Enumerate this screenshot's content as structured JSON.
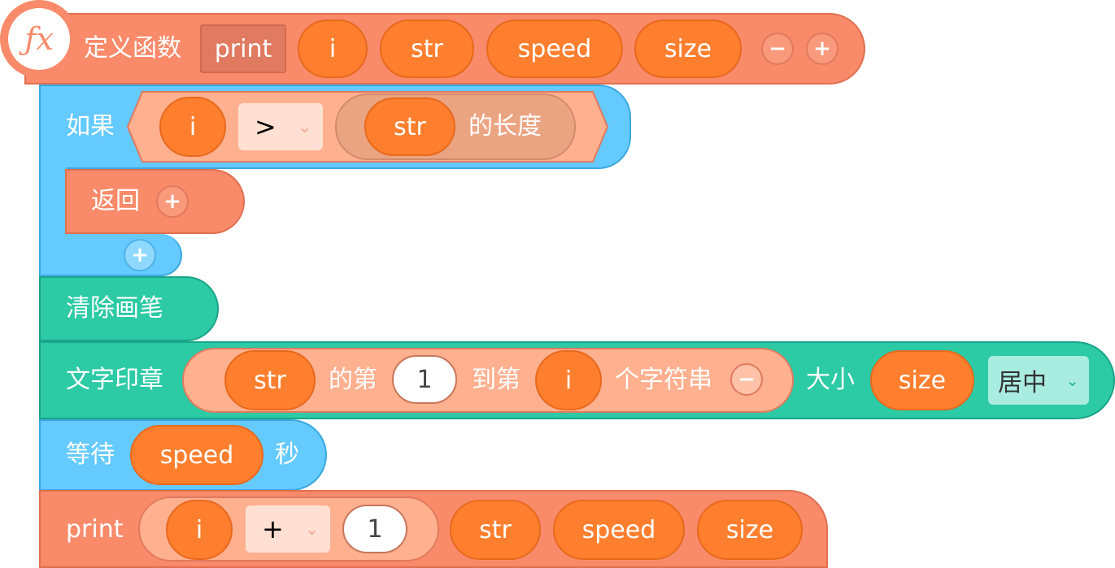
{
  "colors": {
    "func": "#f98a6a",
    "func_border": "#e06f50",
    "blue": "#64caff",
    "blue_border": "#3aa8e0",
    "green": "#2ccaa5",
    "green_border": "#1aa488",
    "var": "#ff7f2e",
    "light": "#ffb08f"
  },
  "define": {
    "label": "定义函数",
    "name": "print",
    "params": [
      "i",
      "str",
      "speed",
      "size"
    ],
    "icon": "fx-icon",
    "icon_text": "ƒx",
    "minus": "−",
    "plus": "+"
  },
  "if_block": {
    "label": "如果",
    "left_var": "i",
    "operator": ">",
    "right_var": "str",
    "right_suffix": "的长度",
    "plus": "+"
  },
  "return_block": {
    "label": "返回",
    "plus": "+"
  },
  "clear_block": {
    "label": "清除画笔"
  },
  "stamp_block": {
    "label": "文字印章",
    "source_var": "str",
    "from_label": "的第",
    "from_value": "1",
    "to_label": "到第",
    "to_var": "i",
    "suffix": "个字符串",
    "minus": "−",
    "size_label": "大小",
    "size_var": "size",
    "align": "居中"
  },
  "wait_block": {
    "label": "等待",
    "var": "speed",
    "suffix": "秒"
  },
  "call_block": {
    "label": "print",
    "arg1_var": "i",
    "arg1_op": "+",
    "arg1_num": "1",
    "args": [
      "str",
      "speed",
      "size"
    ]
  }
}
